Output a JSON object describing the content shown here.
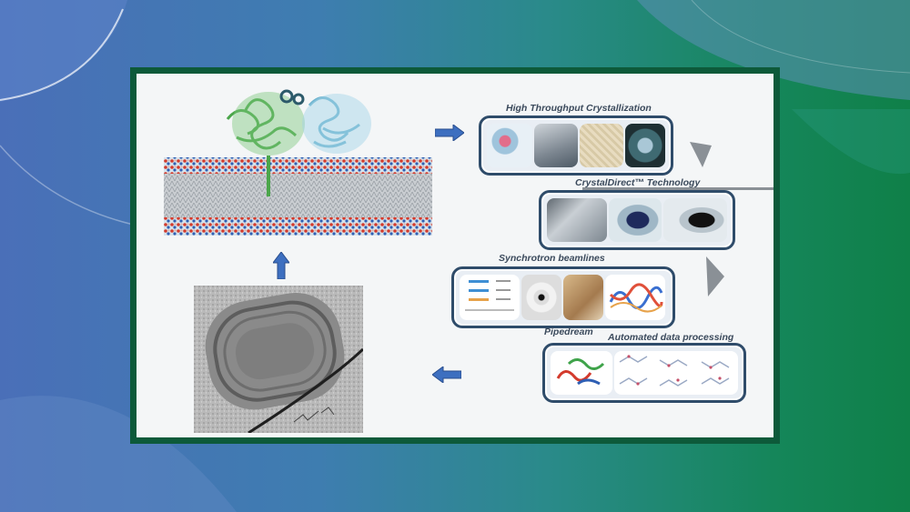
{
  "stages": {
    "crystallization": {
      "title": "High Throughput Crystallization"
    },
    "crystaldirect": {
      "title": "CrystalDirect™ Technology"
    },
    "synchrotron": {
      "title": "Synchrotron beamlines"
    },
    "pipedream": {
      "title": "Pipedream"
    },
    "processing": {
      "title": "Automated data  processing"
    }
  },
  "colors": {
    "frame": "#0d5a3a",
    "box_border": "#2f4c6a",
    "arrow_blue": "#3d6fc0",
    "arrow_gray": "#8a9096"
  },
  "icons": [
    "arrow-right-icon",
    "arrow-up-icon",
    "arrow-left-icon",
    "triangle-down-icon"
  ]
}
